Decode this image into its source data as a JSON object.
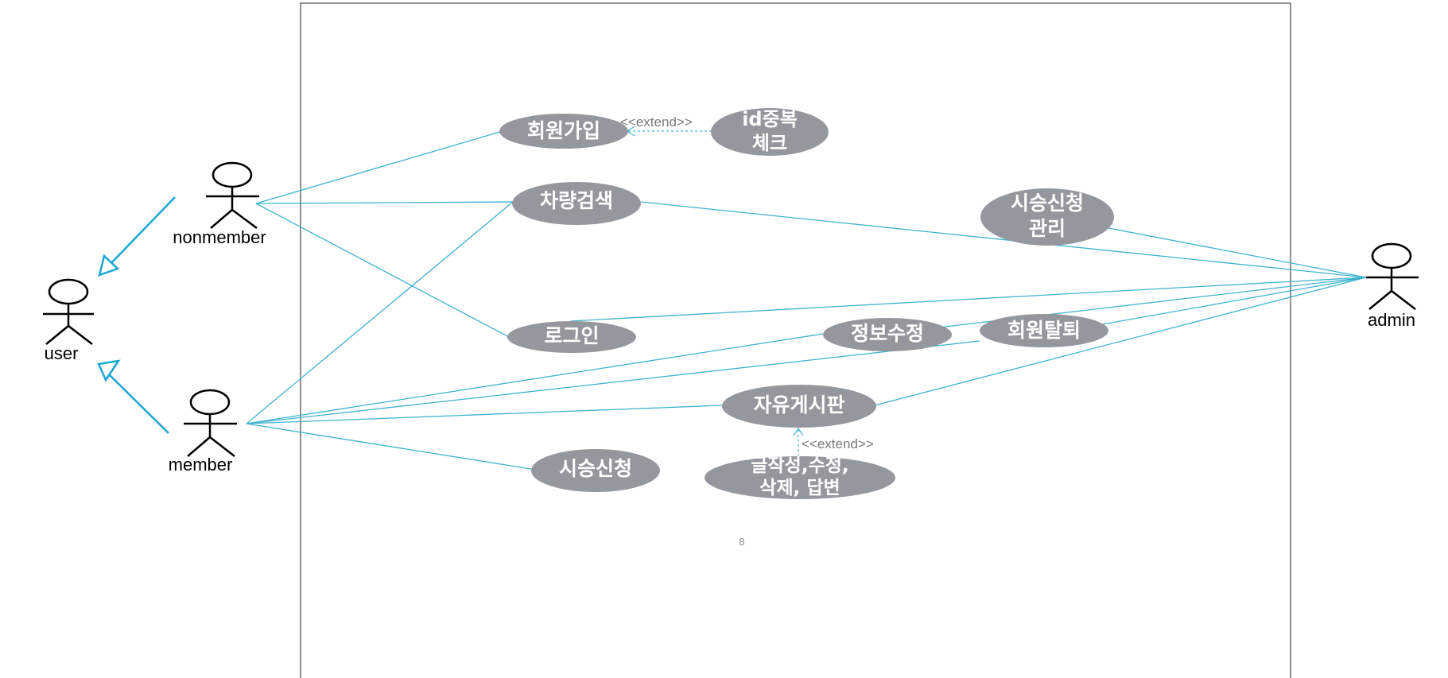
{
  "diagram": {
    "colors": {
      "usecase_fill": "#94979d",
      "association_line": "#3fb3cf",
      "generalization_arrow": "#1aa6d1",
      "extend_line": "#3fb3cf",
      "boundary_stroke": "#555555",
      "actor_stroke": "#000000"
    },
    "actors": {
      "user": "user",
      "nonmember": "nonmember",
      "member": "member",
      "admin": "admin"
    },
    "usecases": {
      "signup": "회원가입",
      "id_check": [
        "id중복",
        "체크"
      ],
      "car_search": "차량검색",
      "testdrive_manage": [
        "시승신청",
        "관리"
      ],
      "login": "로그인",
      "info_edit": "정보수정",
      "withdraw": "회원탈퇴",
      "free_board": "자유게시판",
      "post_actions": [
        "글작성,수정,",
        "삭제, 답변"
      ],
      "testdrive_apply": "시승신청"
    },
    "relations": {
      "extend_signup": "<<extend>>",
      "extend_board": "<<extend>>"
    },
    "page_number": "8"
  }
}
